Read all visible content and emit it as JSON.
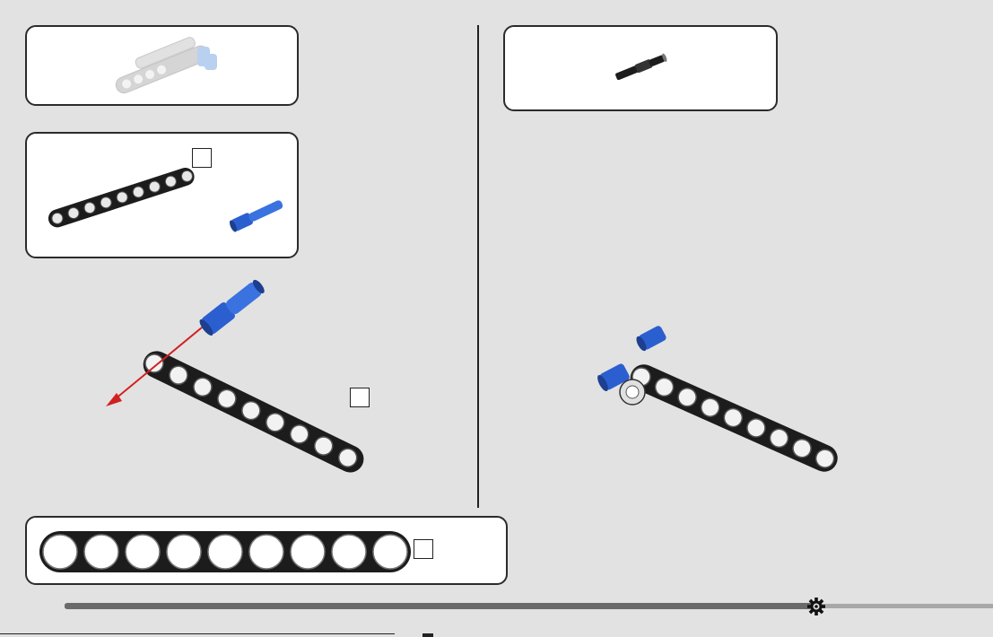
{
  "step_left": {
    "previous_model": {
      "icon": "previous-submodel-thumbnail"
    },
    "parts_list": {
      "beam_qty": "",
      "pin_qty": ""
    },
    "callout_qty": ""
  },
  "step_right": {
    "parts_list": {
      "icon": "axle-pin-thumbnail"
    }
  },
  "part_ruler": {
    "holes": 9,
    "qty": ""
  },
  "progress": {
    "fraction": 0.81,
    "marker_icon": "gear-icon"
  },
  "colors": {
    "background": "#e2e2e2",
    "beam": "#1c1c1c",
    "pin_blue": "#2b5fd0",
    "arrow_red": "#d22020",
    "progress_fill": "#6a6a6a",
    "progress_track": "#a8a8a8"
  }
}
